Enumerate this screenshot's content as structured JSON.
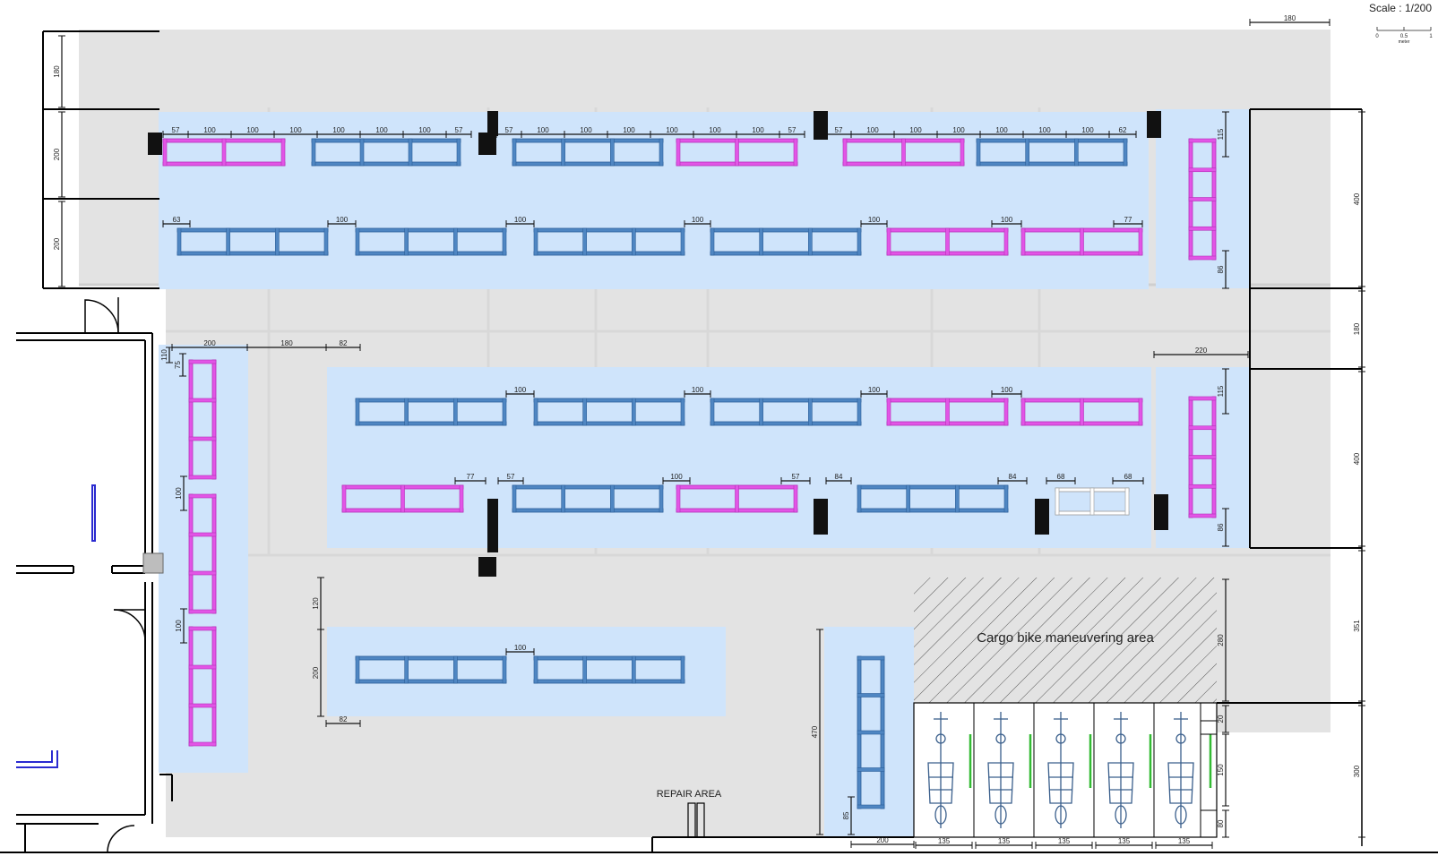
{
  "scale": {
    "label": "Scale : 1/200",
    "bar_ticks": [
      "0",
      "0.5",
      "1"
    ],
    "bar_unit": "meter"
  },
  "labels": {
    "maneuvering": "Cargo bike maneuvering area",
    "repair": "REPAIR AREA"
  },
  "colors": {
    "floor": "#e3e3e3",
    "zone": "#cfe4fb",
    "rack_blue": "#4f86c2",
    "rack_pink": "#e255e6",
    "pillar": "#111111",
    "wall": "#000000",
    "door_blue": "#2a2ad0"
  },
  "dimensions": {
    "top_right": "180",
    "left_col": [
      "180",
      "200",
      "200"
    ],
    "right_col": [
      "400",
      "180",
      "400",
      "351",
      "300"
    ],
    "row1": [
      "57",
      "100",
      "100",
      "100",
      "100",
      "100",
      "100",
      "57",
      "57",
      "100",
      "100",
      "100",
      "100",
      "100",
      "100",
      "57",
      "57",
      "100",
      "100",
      "100",
      "100",
      "100",
      "100",
      "62"
    ],
    "row2": [
      "63",
      "100",
      "100",
      "100",
      "100",
      "100",
      "77"
    ],
    "zone_right_top": [
      "115",
      "86"
    ],
    "middle_top": [
      "200",
      "180",
      "82",
      "110",
      "75"
    ],
    "row3": [
      "100",
      "100",
      "100",
      "100",
      "100"
    ],
    "right_gap": "220",
    "zone_right_mid": [
      "115",
      "86"
    ],
    "row4": [
      "77",
      "57",
      "100",
      "57",
      "84",
      "84",
      "68",
      "68"
    ],
    "left_rack": [
      "100",
      "100"
    ],
    "lower_block": [
      "120",
      "200",
      "82",
      "100"
    ],
    "vertical_rack": [
      "470",
      "85",
      "200"
    ],
    "cargo_right": [
      "280",
      "20",
      "150",
      "80"
    ],
    "cargo_bottom": [
      "135",
      "135",
      "135",
      "135",
      "135"
    ]
  },
  "cargo_bays": 5
}
